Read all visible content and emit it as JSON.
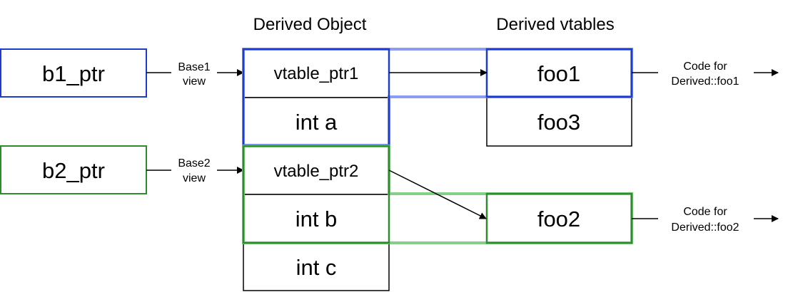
{
  "headers": {
    "object": "Derived Object",
    "vtables": "Derived vtables"
  },
  "pointers": {
    "b1": "b1_ptr",
    "b2": "b2_ptr"
  },
  "views": {
    "base1": [
      "Base1",
      "view"
    ],
    "base2": [
      "Base2",
      "view"
    ]
  },
  "object_cells": [
    "vtable_ptr1",
    "int a",
    "vtable_ptr2",
    "int b",
    "int c"
  ],
  "vtable_entries": [
    "foo1",
    "foo3",
    "foo2"
  ],
  "code": {
    "foo1": [
      "Code for",
      "Derived::foo1"
    ],
    "foo2": [
      "Code for",
      "Derived::foo2"
    ]
  },
  "colors": {
    "base1": "#1f3cc8",
    "base1_light": "#8c9cf0",
    "base2": "#2e8b2e",
    "base2_light": "#86cf86",
    "line": "#000000"
  }
}
